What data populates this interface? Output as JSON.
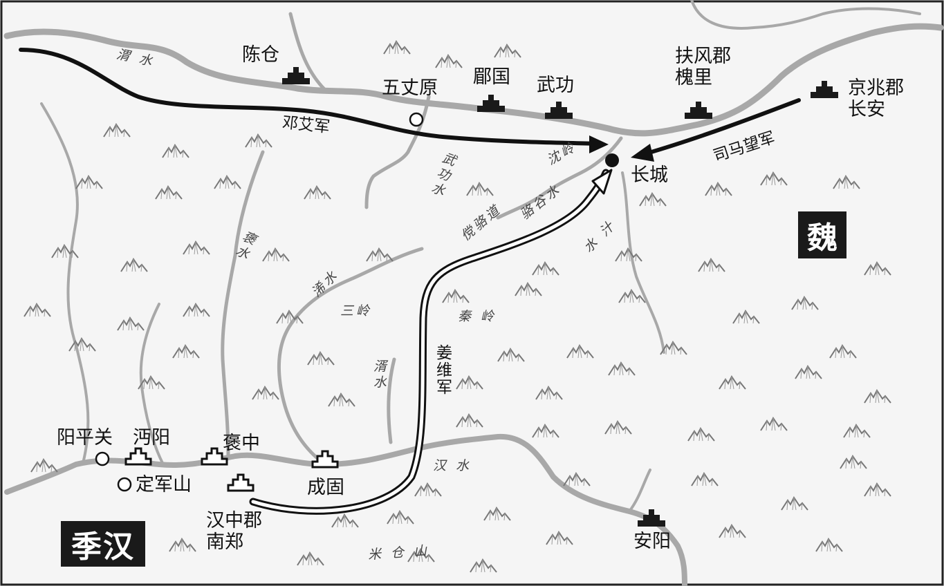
{
  "places": {
    "chencang": "陈仓",
    "wuzhangyuan": "五丈原",
    "meiguo": "郿国",
    "wugong": "武功",
    "fufengjun": "扶风郡",
    "huaili": "槐里",
    "jingzhaojun": "京兆郡",
    "changan": "长安",
    "changcheng": "长城",
    "yangpingguan": "阳平关",
    "mianyang": "沔阳",
    "baozhong": "褒中",
    "dingjunshan": "定军山",
    "chenggu": "成固",
    "hanzhongjun": "汉中郡",
    "nanzheng": "南郑",
    "anyang": "安阳"
  },
  "rivers": {
    "weishui": "渭 水",
    "chenling": "沈岭",
    "wugongshui": "武功水",
    "luoyanshui": "骆谷水",
    "shuishui": "水 汁",
    "baoshui": "褒水",
    "xushui": "浠水",
    "sanling": "三岭",
    "qinling": "秦 岭",
    "shishui": "湑水",
    "hanshui": "汉 水",
    "micangshan": "米 仓 山",
    "tangluodao": "傥骆道"
  },
  "armies": {
    "deng_ai": "邓艾军",
    "sima_wang": "司马望军",
    "jiang_wei": "姜维军"
  },
  "states": {
    "wei": "魏",
    "jihan": "季汉"
  }
}
